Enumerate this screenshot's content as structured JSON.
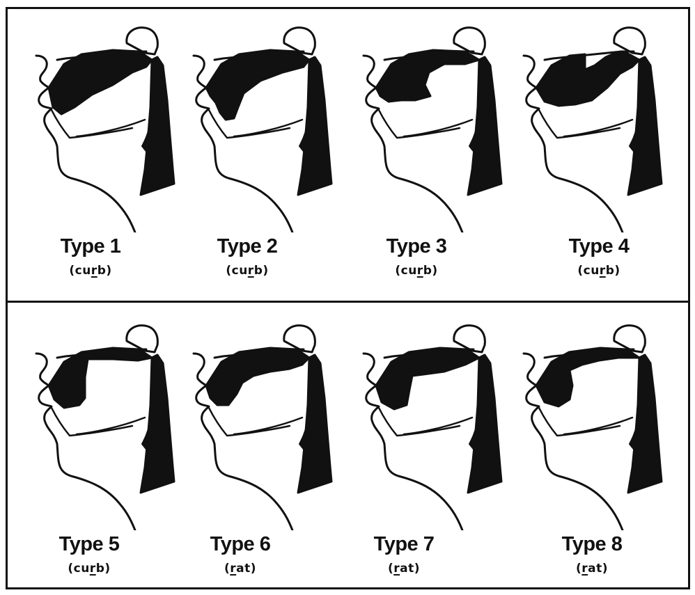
{
  "colors": {
    "ink": "#111111",
    "paper": "#ffffff"
  },
  "rows": [
    {
      "panels": [
        {
          "title": "Type 1",
          "pre": "(cu",
          "mark": "r",
          "post": "b)",
          "shape": "flat"
        },
        {
          "title": "Type 2",
          "pre": "(cu",
          "mark": "r",
          "post": "b)",
          "shape": "tip-down"
        },
        {
          "title": "Type 3",
          "pre": "(cu",
          "mark": "r",
          "post": "b)",
          "shape": "curl"
        },
        {
          "title": "Type 4",
          "pre": "(cu",
          "mark": "r",
          "post": "b)",
          "shape": "bunched"
        }
      ]
    },
    {
      "panels": [
        {
          "title": "Type 5",
          "pre": "(cu",
          "mark": "r",
          "post": "b)",
          "shape": "block"
        },
        {
          "title": "Type 6",
          "pre": "(",
          "mark": "r",
          "post": "at)",
          "shape": "flat-high"
        },
        {
          "title": "Type 7",
          "pre": "(",
          "mark": "r",
          "post": "at)",
          "shape": "ramp"
        },
        {
          "title": "Type 8",
          "pre": "(",
          "mark": "r",
          "post": "at)",
          "shape": "hump"
        }
      ]
    }
  ]
}
